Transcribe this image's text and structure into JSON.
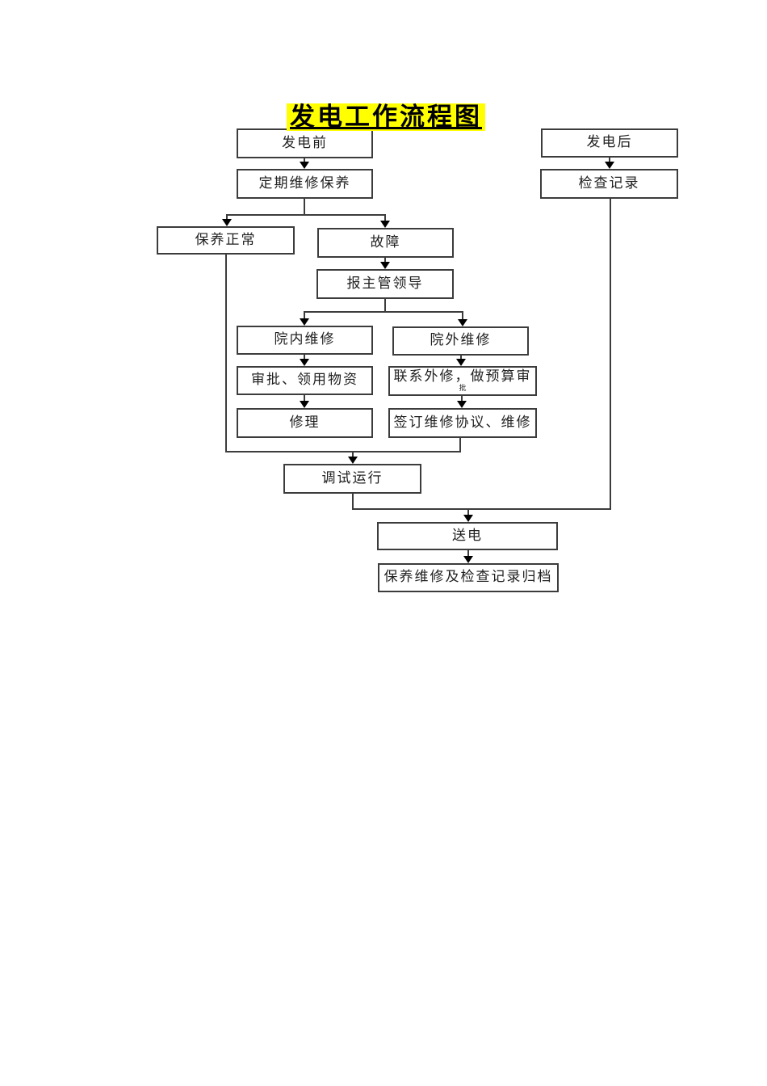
{
  "title": {
    "text": "发电工作流程图",
    "highlight_color": "#ffff00",
    "text_color": "#000000"
  },
  "nodes": {
    "before_generation": "发电前",
    "after_generation": "发电后",
    "regular_maintenance": "定期维修保养",
    "inspection_record": "检查记录",
    "maintenance_normal": "保养正常",
    "fault": "故障",
    "report_supervisor": "报主管领导",
    "internal_repair": "院内维修",
    "external_repair": "院外维修",
    "approval_materials": "审批、领用物资",
    "contact_external_line1": "联系外修，做预算审",
    "contact_external_line2": "批",
    "repair": "修理",
    "sign_agreement": "签订维修协议、维修",
    "test_run": "调试运行",
    "power_on": "送电",
    "archive_records": "保养维修及检查记录归档"
  },
  "colors": {
    "page_background": "#ffffff",
    "box_border": "#3c3c3c",
    "connector_line": "#3c3c3c",
    "arrowhead": "#000000",
    "text": "#1f1f1f",
    "title_highlight": "#ffff00"
  }
}
